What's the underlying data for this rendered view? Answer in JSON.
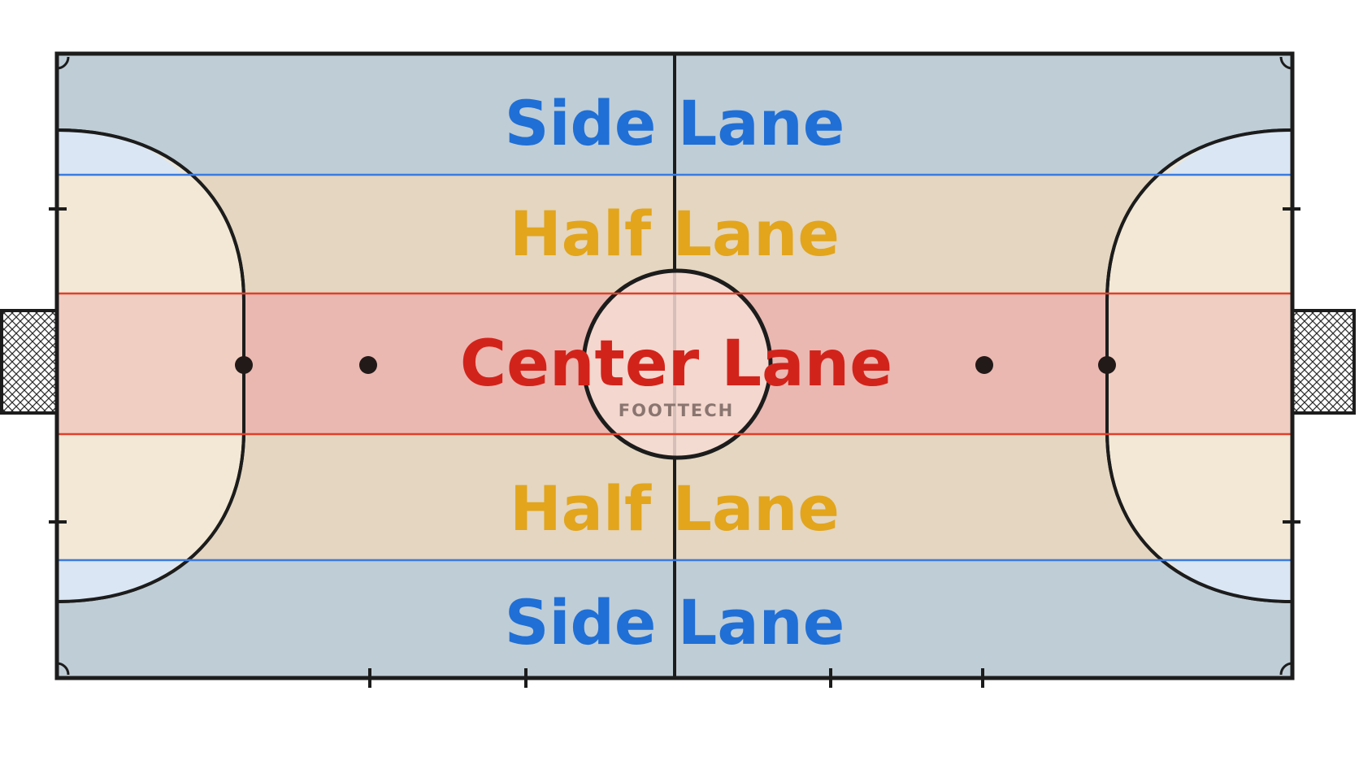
{
  "lanes": {
    "side_top": "Side Lane",
    "half_top": "Half Lane",
    "center": "Center Lane",
    "half_bottom": "Half Lane",
    "side_bottom": "Side Lane"
  },
  "brand": "FOOTTECH",
  "colors": {
    "side_lane_text": "#1f6fd6",
    "half_lane_text": "#e2a51c",
    "center_lane_text": "#d2231b",
    "side_lane_fill": "#bfcdd6",
    "half_lane_fill": "#e4d6c0",
    "center_lane_fill": "#e6b9b3",
    "side_line": "#3a7be0",
    "center_line": "#e0402a",
    "court_line": "#1c1c1c",
    "penalty_area_fill": "#f7eddc",
    "penalty_corner_fill": "#dae6f3",
    "center_circle_fill": "#f6dcd4"
  }
}
